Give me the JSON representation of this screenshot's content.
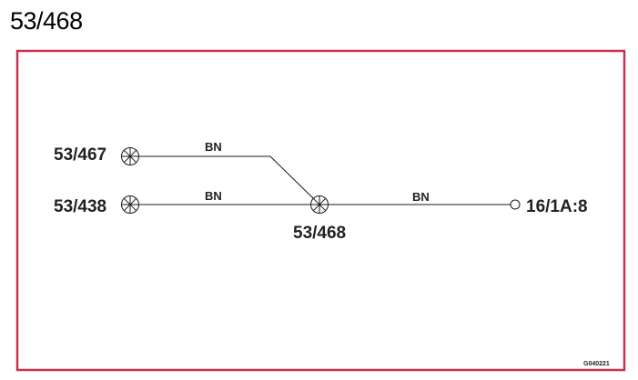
{
  "header": {
    "title": "53/468"
  },
  "colors": {
    "frame": "#c8324f",
    "line": "#1a1a1a",
    "text": "#222222"
  },
  "nodes": [
    {
      "id": "n467",
      "label": "53/467",
      "symbol": "splice"
    },
    {
      "id": "n438",
      "label": "53/438",
      "symbol": "splice"
    },
    {
      "id": "n468",
      "label": "53/468",
      "symbol": "splice"
    },
    {
      "id": "t16",
      "label": "16/1A:8",
      "symbol": "terminal"
    }
  ],
  "wires": [
    {
      "from": "n467",
      "to": "n468",
      "color_code": "BN"
    },
    {
      "from": "n438",
      "to": "n468",
      "color_code": "BN"
    },
    {
      "from": "n468",
      "to": "t16",
      "color_code": "BN"
    }
  ],
  "drawing_code": "G040221"
}
